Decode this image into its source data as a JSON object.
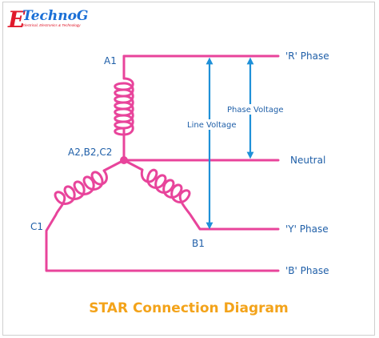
{
  "logo": {
    "initial": "E",
    "name": "TechnoG",
    "tagline": "Electrical, Electronics & Technology"
  },
  "labels": {
    "terminal_a1": "A1",
    "star_point": "A2,B2,C2",
    "terminal_c1": "C1",
    "terminal_b1": "B1",
    "r_phase": "'R' Phase",
    "neutral": "Neutral",
    "y_phase": "'Y' Phase",
    "b_phase": "'B' Phase",
    "line_voltage": "Line Voltage",
    "phase_voltage": "Phase Voltage"
  },
  "title": "STAR Connection Diagram",
  "colors": {
    "winding": "#e8449b",
    "arrow": "#1e90d8",
    "label": "#1f5fa8",
    "title": "#f3a31a",
    "logo_e": "#e0192b",
    "logo_text": "#1a6fd6"
  }
}
